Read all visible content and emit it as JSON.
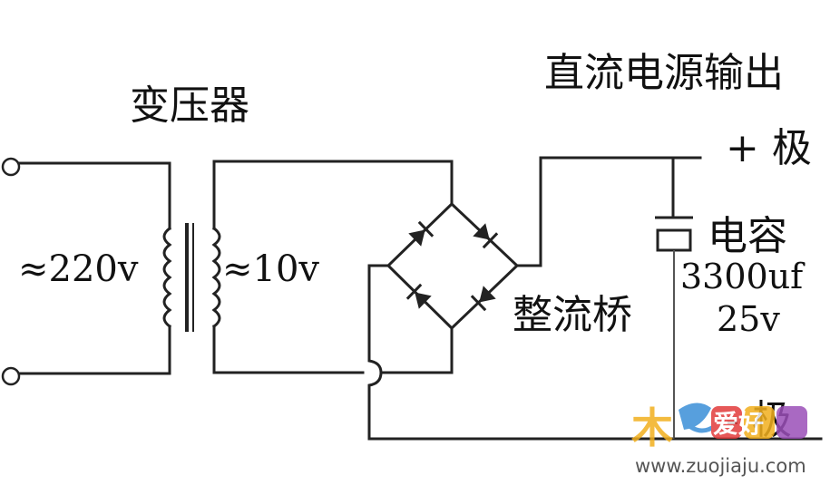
{
  "labels": {
    "output_title": "直流电源输出",
    "transformer": "变压器",
    "positive": "+ 极",
    "input_voltage": "≈220v",
    "secondary_voltage": "≈10v",
    "capacitor": "电容",
    "capacitance": "3300uf",
    "cap_voltage": "25v",
    "bridge": "整流桥",
    "negative": "- 极"
  },
  "watermark": {
    "logo_text": "爱好",
    "url": "www.zuojiaju.com",
    "colors": {
      "red": "#e23b3b",
      "blue": "#3a8fd8",
      "yellow": "#f2b01e",
      "purple": "#9b4fb8"
    }
  },
  "colors": {
    "wire": "#222222",
    "text": "#111111",
    "background": "#ffffff"
  }
}
